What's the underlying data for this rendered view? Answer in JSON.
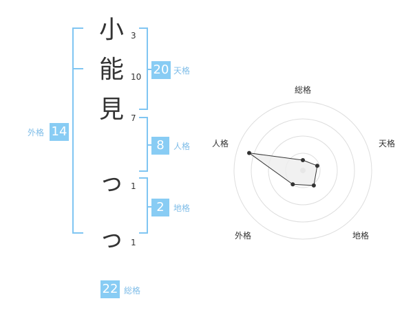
{
  "name": {
    "chars": [
      {
        "char": "小",
        "strokes": "3"
      },
      {
        "char": "能",
        "strokes": "10"
      },
      {
        "char": "見",
        "strokes": "7"
      },
      {
        "char": "っ",
        "strokes": "1"
      },
      {
        "char": "っ",
        "strokes": "1"
      }
    ]
  },
  "fortunes": {
    "tenkaku": {
      "value": "20",
      "label": "天格"
    },
    "jinkaku": {
      "value": "8",
      "label": "人格"
    },
    "chikaku": {
      "value": "2",
      "label": "地格"
    },
    "gaikaku": {
      "value": "14",
      "label": "外格"
    },
    "soukaku": {
      "value": "22",
      "label": "総格"
    }
  },
  "radar": {
    "axes": [
      "総格",
      "天格",
      "地格",
      "外格",
      "人格"
    ],
    "values": [
      0.15,
      0.22,
      0.27,
      0.25,
      0.82
    ],
    "rings": 4,
    "fill_color": "#eeeeee",
    "line_color": "#333333",
    "ring_color": "#dddddd"
  }
}
